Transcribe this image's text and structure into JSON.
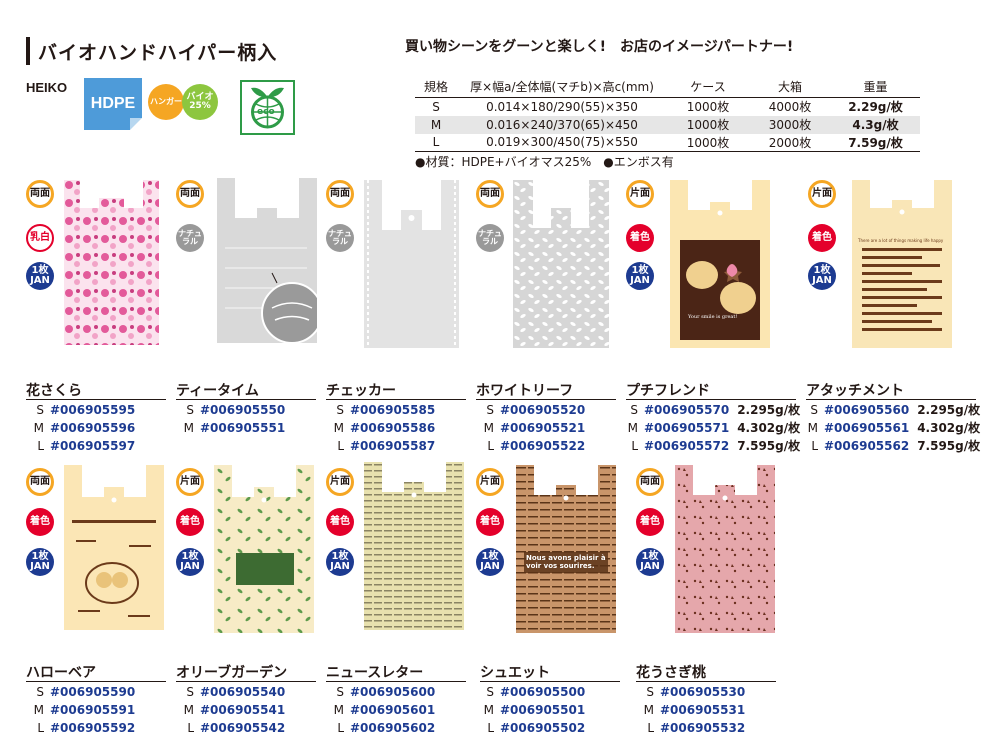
{
  "header": {
    "title": "バイオハンドハイパー柄入",
    "slogan": "買い物シーンをグーンと楽しく!　お店のイメージパートナー!"
  },
  "logos": {
    "brand": "HEIKO",
    "material": "HDPE",
    "hanger": "ハンガー",
    "bio": "バイオ 25%",
    "eco": "eco"
  },
  "spec": {
    "headers": [
      "規格",
      "厚×幅a/全体幅(マチb)×高c(mm)",
      "ケース",
      "大箱",
      "重量"
    ],
    "rows": [
      [
        "S",
        "0.014×180/290(55)×350",
        "1000枚",
        "4000枚",
        "2.29g/枚"
      ],
      [
        "M",
        "0.016×240/370(65)×450",
        "1000枚",
        "3000枚",
        "4.3g/枚"
      ],
      [
        "L",
        "0.019×300/450(75)×550",
        "1000枚",
        "2000枚",
        "7.59g/枚"
      ]
    ],
    "notes": "●材質：HDPE+バイオマス25%　●エンボス有"
  },
  "badge_text": {
    "both": "両面",
    "single": "片面",
    "milk": "乳白",
    "natural": "ナチュラル",
    "colored": "着色",
    "jan": "1枚 JAN"
  },
  "colors": {
    "orange": "#f5a623",
    "red": "#e4002b",
    "navy": "#1d3b91",
    "code": "#1d3b91"
  },
  "products": [
    {
      "name": "花さくら",
      "rows": [
        {
          "size": "S",
          "code": "#006905595"
        },
        {
          "size": "M",
          "code": "#006905596"
        },
        {
          "size": "L",
          "code": "#006905597"
        }
      ]
    },
    {
      "name": "ティータイム",
      "rows": [
        {
          "size": "S",
          "code": "#006905550"
        },
        {
          "size": "M",
          "code": "#006905551"
        }
      ]
    },
    {
      "name": "チェッカー",
      "rows": [
        {
          "size": "S",
          "code": "#006905585"
        },
        {
          "size": "M",
          "code": "#006905586"
        },
        {
          "size": "L",
          "code": "#006905587"
        }
      ]
    },
    {
      "name": "ホワイトリーフ",
      "rows": [
        {
          "size": "S",
          "code": "#006905520"
        },
        {
          "size": "M",
          "code": "#006905521"
        },
        {
          "size": "L",
          "code": "#006905522"
        }
      ]
    },
    {
      "name": "プチフレンド",
      "rows": [
        {
          "size": "S",
          "code": "#006905570",
          "weight": "2.295g/枚"
        },
        {
          "size": "M",
          "code": "#006905571",
          "weight": "4.302g/枚"
        },
        {
          "size": "L",
          "code": "#006905572",
          "weight": "7.595g/枚"
        }
      ]
    },
    {
      "name": "アタッチメント",
      "rows": [
        {
          "size": "S",
          "code": "#006905560",
          "weight": "2.295g/枚"
        },
        {
          "size": "M",
          "code": "#006905561",
          "weight": "4.302g/枚"
        },
        {
          "size": "L",
          "code": "#006905562",
          "weight": "7.595g/枚"
        }
      ]
    },
    {
      "name": "ハローベア",
      "rows": [
        {
          "size": "S",
          "code": "#006905590"
        },
        {
          "size": "M",
          "code": "#006905591"
        },
        {
          "size": "L",
          "code": "#006905592"
        }
      ]
    },
    {
      "name": "オリーブガーデン",
      "rows": [
        {
          "size": "S",
          "code": "#006905540"
        },
        {
          "size": "M",
          "code": "#006905541"
        },
        {
          "size": "L",
          "code": "#006905542"
        }
      ]
    },
    {
      "name": "ニュースレター",
      "rows": [
        {
          "size": "S",
          "code": "#006905600"
        },
        {
          "size": "M",
          "code": "#006905601"
        },
        {
          "size": "L",
          "code": "#006905602"
        }
      ]
    },
    {
      "name": "シュエット",
      "rows": [
        {
          "size": "S",
          "code": "#006905500"
        },
        {
          "size": "M",
          "code": "#006905501"
        },
        {
          "size": "L",
          "code": "#006905502"
        }
      ]
    },
    {
      "name": "花うさぎ桃",
      "rows": [
        {
          "size": "S",
          "code": "#006905530"
        },
        {
          "size": "M",
          "code": "#006905531"
        },
        {
          "size": "L",
          "code": "#006905532"
        }
      ]
    }
  ],
  "bag_text": {
    "petit": "Your smile is great!",
    "attach": "There are a lot of things making life happy",
    "shouette": "Nous avons plaisir à voir vos sourires."
  }
}
